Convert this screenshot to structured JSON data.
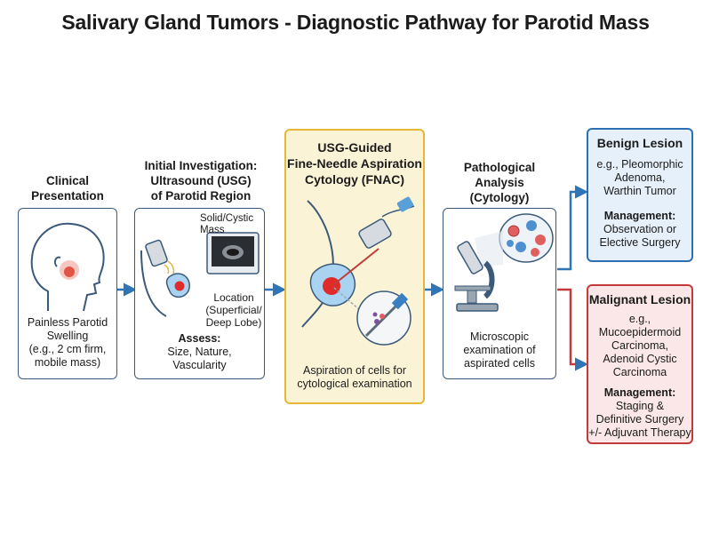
{
  "title": "Salivary Gland Tumors - Diagnostic Pathway for Parotid Mass",
  "colors": {
    "box_border": "#3b5a7a",
    "highlight_border": "#e6b83a",
    "highlight_fill": "#fbf3d6",
    "benign_border": "#2d6fb3",
    "benign_fill": "#e6f0fa",
    "malignant_border": "#c23a3a",
    "malignant_fill": "#fbe7e7",
    "arrow": "#2f74b5"
  },
  "steps": {
    "clinical": {
      "heading": "Clinical\nPresentation",
      "text": "Painless Parotid\nSwelling\n(e.g., 2 cm firm,\nmobile mass)"
    },
    "ultrasound": {
      "heading": "Initial Investigation:\nUltrasound (USG)\nof Parotid Region",
      "label_mass": "Solid/Cystic Mass",
      "label_location": "Location\n(Superficial/\nDeep Lobe)",
      "assess_title": "Assess:",
      "assess_text": "Size, Nature,\nVascularity"
    },
    "fnac": {
      "heading": "USG-Guided\nFine-Needle Aspiration\nCytology (FNAC)",
      "text": "Aspiration of cells for\ncytological examination"
    },
    "pathology": {
      "heading": "Pathological\nAnalysis\n(Cytology)",
      "text": "Microscopic\nexamination of\naspirated cells"
    }
  },
  "outcomes": {
    "benign": {
      "heading": "Benign Lesion",
      "examples": "e.g., Pleomorphic\nAdenoma,\nWarthin Tumor",
      "management_title": "Management:",
      "management_text": "Observation or\nElective Surgery"
    },
    "malignant": {
      "heading": "Malignant Lesion",
      "examples": "e.g.,\nMucoepidermoid\nCarcinoma,\nAdenoid Cystic\nCarcinoma",
      "management_title": "Management:",
      "management_text": "Staging &\nDefinitive Surgery\n+/- Adjuvant Therapy"
    }
  },
  "icons": {
    "clinical": "head-profile-with-parotid-swelling-icon",
    "ultrasound": "ultrasound-probe-and-monitor-icon",
    "fnac": "ultrasound-guided-needle-aspiration-icon",
    "pathology": "microscope-with-cells-icon"
  }
}
